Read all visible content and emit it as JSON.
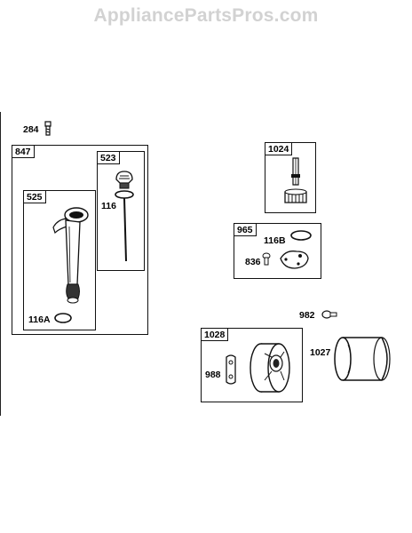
{
  "watermark": "AppliancePartsPros.com",
  "boxes": {
    "b847": "847",
    "b523": "523",
    "b525": "525",
    "b1024": "1024",
    "b965": "965",
    "b1028": "1028"
  },
  "parts": {
    "p284": "284",
    "p116": "116",
    "p116A": "116A",
    "p116B": "116B",
    "p836": "836",
    "p982": "982",
    "p988": "988",
    "p1027": "1027"
  }
}
